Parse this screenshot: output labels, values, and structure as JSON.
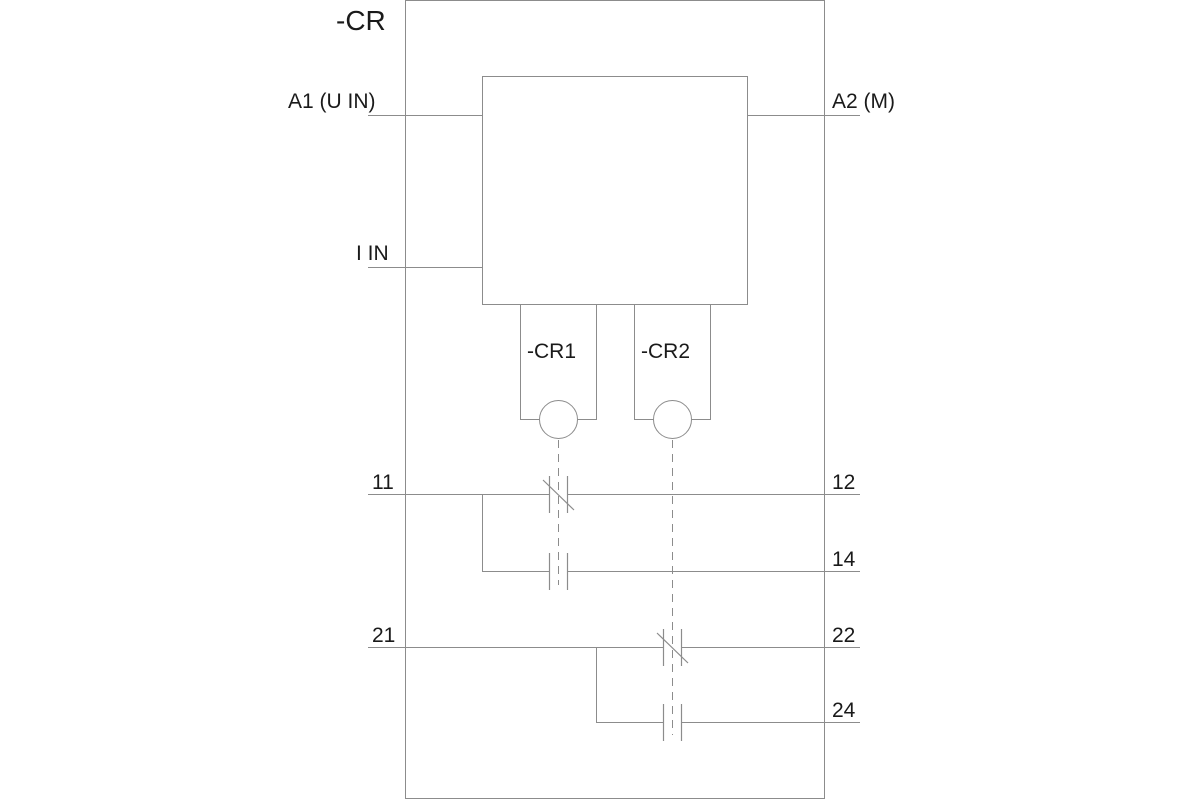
{
  "device": {
    "designation": "-CR"
  },
  "terminals": {
    "a1": "A1 (U IN)",
    "a2": "A2 (M)",
    "iin": "I IN",
    "t11": "11",
    "t12": "12",
    "t14": "14",
    "t21": "21",
    "t22": "22",
    "t24": "24"
  },
  "relays": {
    "cr1": "-CR1",
    "cr2": "-CR2"
  },
  "colors": {
    "line": "#8c8c8c",
    "text": "#1a1a1a",
    "background": "#ffffff"
  }
}
